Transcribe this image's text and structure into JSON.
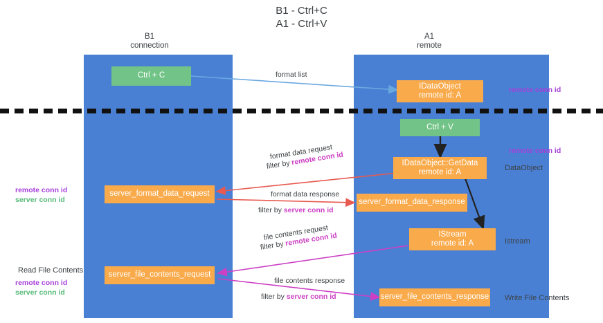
{
  "title": "B1 - Ctrl+C\nA1 - Ctrl+V",
  "columns": {
    "left": "B1\nconnection",
    "right": "A1\nremote"
  },
  "colors": {
    "lane": "#4a80d4",
    "node_green": "#72c387",
    "node_orange": "#f9aa4b",
    "remote_conn_id": "#a63fd9",
    "server_conn_id": "#57bb78",
    "edge_format_list": "#6aa9e0",
    "edge_black": "#222222",
    "edge_red": "#e8594f",
    "edge_magenta": "#cc3fc4",
    "divider": "#111111"
  },
  "nodes": {
    "ctrl_c": "Ctrl + C",
    "data_object_top": "IDataObject\nremote id: A",
    "ctrl_v": "Ctrl + V",
    "get_data": "IDataObject::GetData\nremote id: A",
    "server_format_data_request": "server_format_data_request",
    "server_format_data_response": "server_format_data_response",
    "istream": "IStream\nremote id: A",
    "server_file_contents_request": "server_file_contents_request",
    "server_file_contents_response": "server_file_contents_response"
  },
  "edge_labels": {
    "format_list": "format list",
    "format_data_request": "format data request",
    "format_data_request_filter_prefix": "filter by ",
    "format_data_request_filter_key": "remote conn id",
    "format_data_response": "format data response",
    "format_data_response_filter_prefix": "filter by ",
    "format_data_response_filter_key": "server conn id",
    "file_contents_request": "file contents request",
    "file_contents_request_filter_prefix": "filter by ",
    "file_contents_request_filter_key": "remote conn id",
    "file_contents_response": "file contents response",
    "file_contents_response_filter_prefix": "filter by ",
    "file_contents_response_filter_key": "server conn id"
  },
  "annotations": {
    "right_remote_conn_id_top": "remote conn id",
    "right_remote_conn_id_mid": "remote conn id",
    "right_data_object": "DataObject",
    "right_istream": "Istream",
    "right_write_file_contents": "Write File Contents",
    "left_remote_conn_id": "remote conn id",
    "left_server_conn_id": "server conn id",
    "left_read_file_contents": "Read File Contents",
    "left_remote_conn_id_2": "remote conn id",
    "left_server_conn_id_2": "server conn id"
  }
}
